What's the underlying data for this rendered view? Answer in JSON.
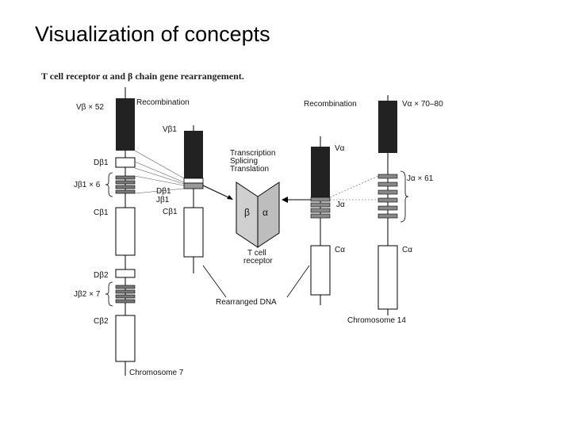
{
  "slide": {
    "title": "Visualization of concepts"
  },
  "figure": {
    "title": "T cell receptor α and β chain gene rearrangement.",
    "beta_locus": {
      "v_label": "Vβ × 52",
      "d1_label": "Dβ1",
      "j1_label": "Jβ1 × 6",
      "c1_label": "Cβ1",
      "d2_label": "Dβ2",
      "j2_label": "Jβ2 × 7",
      "c2_label": "Cβ2",
      "chromosome_label": "Chromosome 7"
    },
    "beta_rearranged": {
      "recombination_label": "Recombination",
      "v_label": "Vβ1",
      "d_label": "Dβ1",
      "j_label": "Jβ1",
      "c_label": "Cβ1"
    },
    "process": {
      "step1": "Transcription",
      "step2": "Splicing",
      "step3": "Translation"
    },
    "receptor": {
      "beta": "β",
      "alpha": "α",
      "label_line1": "T cell",
      "label_line2": "receptor"
    },
    "rearranged_dna_label": "Rearranged DNA",
    "alpha_rearranged": {
      "v_label": "Vα",
      "j_label": "Jα",
      "c_label": "Cα"
    },
    "alpha_locus": {
      "recombination_label": "Recombination",
      "v_label": "Vα × 70–80",
      "j_label": "Jα × 61",
      "c_label": "Cα",
      "chromosome_label": "Chromosome 14"
    }
  }
}
